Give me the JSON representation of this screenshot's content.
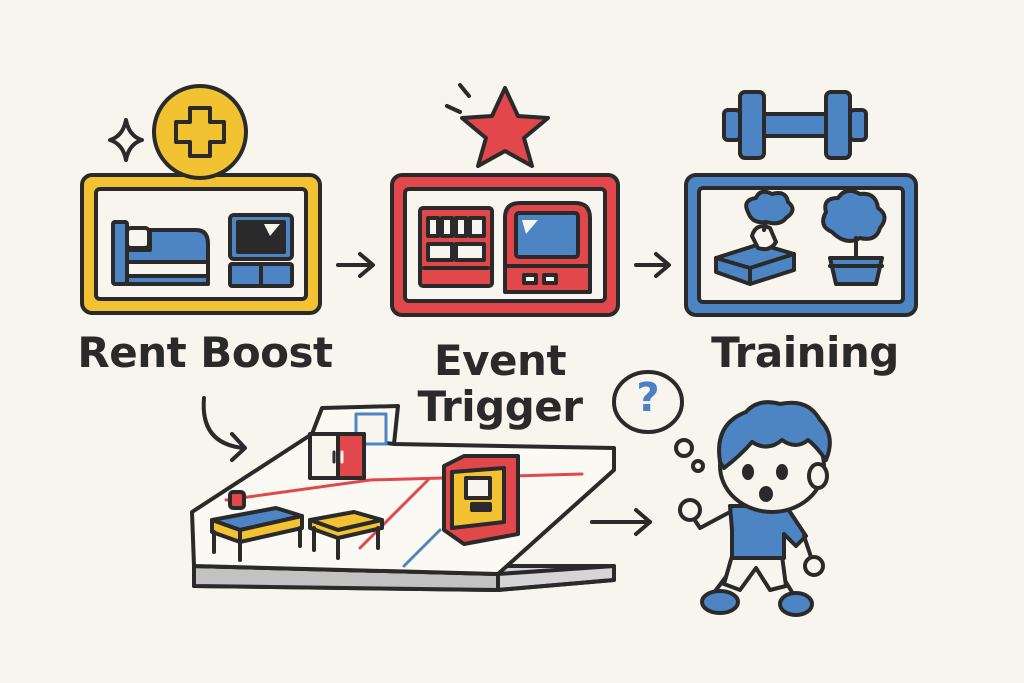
{
  "stages": [
    {
      "id": "rent",
      "title": "Rent Boost",
      "color": "#f2c232",
      "icon": "plus-badge-icon"
    },
    {
      "id": "event",
      "title": "Event\nTrigger",
      "color": "#e2474b",
      "icon": "star-icon"
    },
    {
      "id": "training",
      "title": "Training",
      "color": "#4d84c4",
      "icon": "dumbbell-icon"
    }
  ],
  "thought_bubble": {
    "symbol": "?"
  },
  "colors": {
    "background": "#f8f5ee",
    "outline": "#2a2a2a",
    "yellow": "#f2c232",
    "red": "#e2474b",
    "blue": "#4d84c4"
  }
}
